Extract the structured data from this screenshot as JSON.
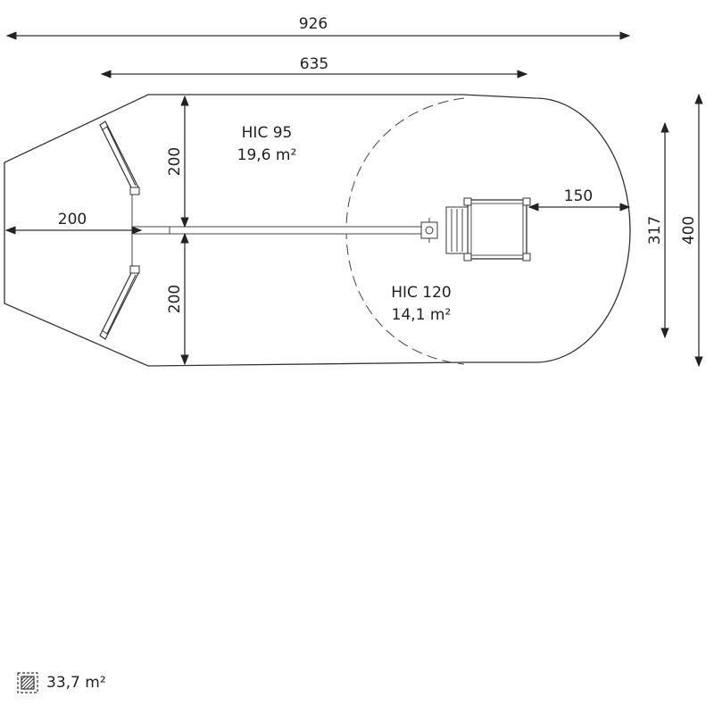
{
  "dimensions": {
    "total_length": "926",
    "inner_length": "635",
    "left_offset": "200",
    "upper_half_height": "200",
    "lower_half_height": "200",
    "right_clearance": "150",
    "inner_height": "317",
    "total_height": "400"
  },
  "zones": {
    "hic95": {
      "label": "HIC 95",
      "area": "19,6 m²"
    },
    "hic120": {
      "label": "HIC 120",
      "area": "14,1 m²"
    }
  },
  "legend": {
    "icon": "hatched-area-icon",
    "total_area": "33,7 m²"
  }
}
